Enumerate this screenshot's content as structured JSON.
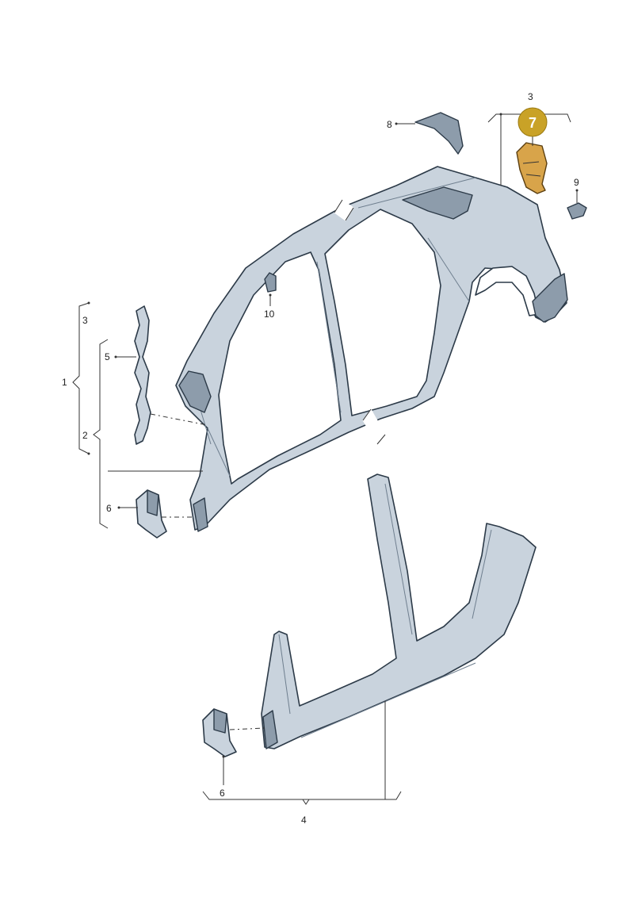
{
  "colors": {
    "panel_fill": "#c9d3dd",
    "panel_shadow": "#8d9cab",
    "outline": "#2c3a48",
    "highlight_part": "#d8a44a",
    "badge_fill": "#c9a227",
    "badge_text": "#ffffff"
  },
  "highlighted_badge": {
    "label": "7"
  },
  "callouts": {
    "c1": "1",
    "c2": "2",
    "c3_left": "3",
    "c3_top": "3",
    "c4": "4",
    "c5": "5",
    "c6_upper": "6",
    "c6_lower": "6",
    "c8": "8",
    "c9": "9",
    "c10": "10"
  }
}
